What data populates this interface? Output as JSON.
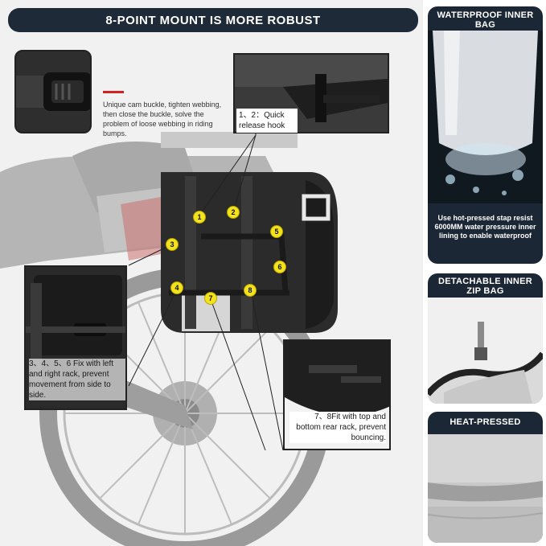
{
  "main": {
    "title": "8-POINT MOUNT IS MORE ROBUST",
    "callouts": {
      "buckle": "Unique cam buckle, tighten webbing, then close the buckle, solve the problem of loose webbing in riding bumps.",
      "hook": "1、2：Quick release hook",
      "rack": "3、4、5、6 Fix with left and right rack, prevent movement from side to side.",
      "bottom": "7、8Fit with top and bottom rear rack, prevent bouncing."
    },
    "markers": [
      "1",
      "2",
      "3",
      "4",
      "5",
      "6",
      "7",
      "8"
    ]
  },
  "side": {
    "waterproof": {
      "title": "WATERPROOF INNER BAG",
      "desc": "Use hot-pressed stap resist 6000MM water pressure inner lining to enable waterproof"
    },
    "detachable": {
      "title": "DETACHABLE INNER ZIP BAG"
    },
    "heat": {
      "title": "HEAT-PRESSED"
    }
  },
  "colors": {
    "header_bg": "#1e2a38",
    "marker": "#f4e21c",
    "accent_red": "#d32121"
  }
}
